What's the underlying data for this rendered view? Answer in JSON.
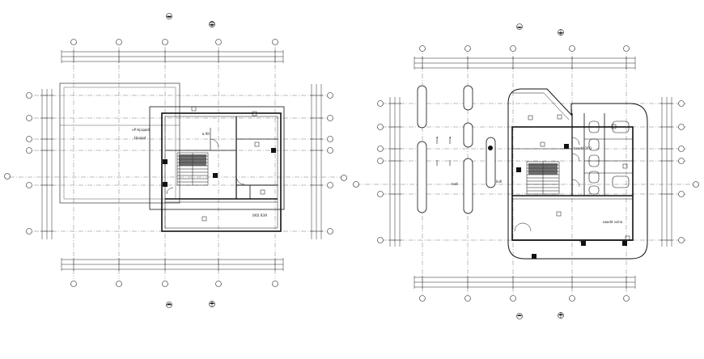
{
  "left_plan": {
    "room_labels": [
      "нР Нрідвdi",
      "Нрідвd",
      "в.lfd",
      "ІЯОІ ЯЭЯ"
    ]
  },
  "right_plan": {
    "room_labels": [
      "лоdl",
      "Іоdl",
      "bвоdd ЭГО",
      "овоdd эvlпо"
    ]
  }
}
